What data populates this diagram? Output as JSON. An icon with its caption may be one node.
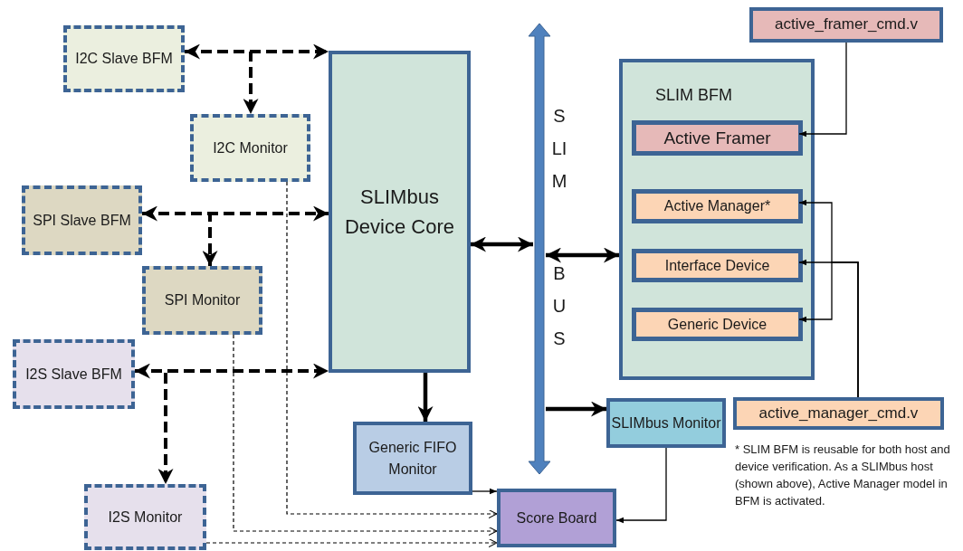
{
  "diagram": {
    "nodes": [
      {
        "text": [
          "I2C Slave BFM"
        ]
      },
      {
        "text": [
          "I2C Monitor"
        ]
      },
      {
        "text": [
          "SPI Slave BFM"
        ]
      },
      {
        "text": [
          "SPI Monitor"
        ]
      },
      {
        "text": [
          "I2S Slave BFM"
        ]
      },
      {
        "text": [
          "I2S Monitor"
        ]
      },
      {
        "text": [
          "SLIMbus Device Core"
        ]
      },
      {
        "text": [
          "SLIM",
          "BUS"
        ]
      },
      {
        "text": [
          "Generic FIFO Monitor"
        ]
      },
      {
        "text": [
          "Score Board"
        ]
      },
      {
        "text": [
          "SLIMbus Monitor"
        ]
      },
      {
        "text": [
          "SLIM BFM"
        ]
      },
      {
        "text": [
          "Active Framer"
        ],
        "in": 11
      },
      {
        "text": [
          "Active Manager*"
        ],
        "in": 11
      },
      {
        "text": [
          "Interface Device"
        ],
        "in": 11
      },
      {
        "text": [
          "Generic Device"
        ],
        "in": 11
      },
      {
        "text": [
          "active_framer_cmd.v"
        ]
      },
      {
        "text": [
          "active_manager_cmd.v"
        ]
      }
    ],
    "edges": [
      {
        "from": 0,
        "to": 6,
        "arrow": "both",
        "style": "dashed"
      },
      {
        "from": 0,
        "to": 1,
        "arrow": "to",
        "style": "dashed"
      },
      {
        "from": 2,
        "to": 6,
        "arrow": "both",
        "style": "dashed"
      },
      {
        "from": 2,
        "to": 3,
        "arrow": "to",
        "style": "dashed"
      },
      {
        "from": 4,
        "to": 6,
        "arrow": "both",
        "style": "dashed"
      },
      {
        "from": 4,
        "to": 5,
        "arrow": "to",
        "style": "dashed"
      },
      {
        "from": 6,
        "to": 7,
        "arrow": "both"
      },
      {
        "from": 7,
        "to": 11,
        "arrow": "both"
      },
      {
        "from": 6,
        "to": 8,
        "arrow": "to"
      },
      {
        "from": 7,
        "to": 10,
        "arrow": "to"
      },
      {
        "from": 1,
        "to": 9,
        "arrow": "to",
        "style": "dashed"
      },
      {
        "from": 3,
        "to": 9,
        "arrow": "to",
        "style": "dashed"
      },
      {
        "from": 5,
        "to": 9,
        "arrow": "to",
        "style": "dashed"
      },
      {
        "from": 8,
        "to": 9,
        "arrow": "to"
      },
      {
        "from": 10,
        "to": 9,
        "arrow": "to"
      },
      {
        "from": 16,
        "to": 12,
        "arrow": "to"
      },
      {
        "from": 17,
        "to": 13,
        "arrow": "to"
      },
      {
        "from": 17,
        "to": 14,
        "arrow": "to"
      },
      {
        "from": 17,
        "to": 15,
        "arrow": "to"
      }
    ],
    "labels": [
      "* SLIM BFM is reusable for both host and device verification. As a SLIMbus host (shown above), Active Manager model in BFM is activated."
    ]
  }
}
